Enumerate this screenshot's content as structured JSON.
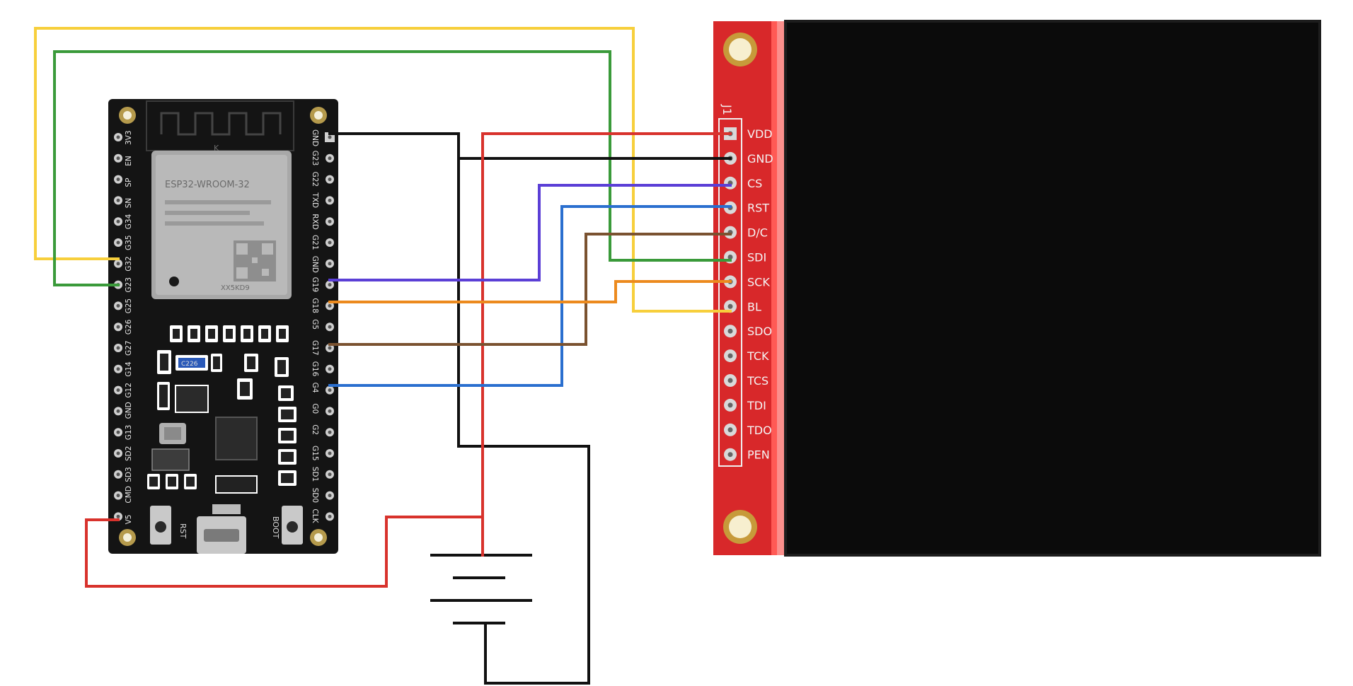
{
  "colors": {
    "yellow": "#f7cf3c",
    "green": "#3a9a3a",
    "black": "#111111",
    "red": "#d8322c",
    "purple": "#5b3fd6",
    "blue": "#2a6fcf",
    "brown": "#7a5230",
    "orange": "#ec8a1e"
  },
  "esp32": {
    "left_pins": [
      "3V3",
      "EN",
      "SP",
      "SN",
      "G34",
      "G35",
      "G32",
      "G23",
      "G25",
      "G26",
      "G27",
      "G14",
      "G12",
      "GND",
      "G13",
      "SD2",
      "SD3",
      "CMD",
      "V5"
    ],
    "right_pins": [
      "GND",
      "G23",
      "G22",
      "TXD",
      "RXD",
      "G21",
      "GND",
      "G19",
      "G18",
      "G5",
      "G17",
      "G16",
      "G4",
      "G0",
      "G2",
      "G15",
      "SD1",
      "SD0",
      "CLK"
    ],
    "module_label": "ESP32-WROOM-32",
    "module_code": "XX5KD9",
    "antenna_mark": "K",
    "cap_label": "C226",
    "btn_rst_label": "RST",
    "btn_boot_label": "BOOT"
  },
  "lcd": {
    "header_label": "J1",
    "pins": [
      "VDD",
      "GND",
      "CS",
      "RST",
      "D/C",
      "SDI",
      "SCK",
      "BL",
      "SDO",
      "TCK",
      "TCS",
      "TDI",
      "TDO",
      "PEN"
    ]
  }
}
